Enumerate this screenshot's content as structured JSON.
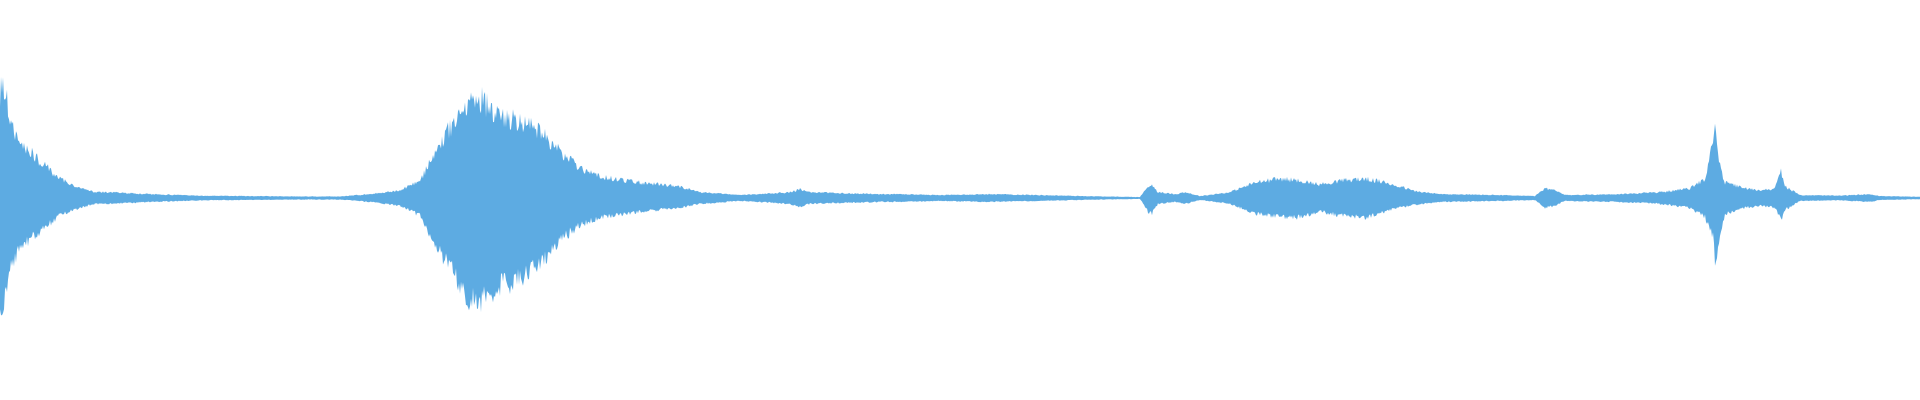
{
  "waveform": {
    "color": "#5dabe2",
    "background": "#ffffff",
    "amplitude_envelope": [
      [
        0,
        0.55,
        0.55
      ],
      [
        4,
        0.58,
        0.58
      ],
      [
        12,
        0.36,
        0.33
      ],
      [
        22,
        0.28,
        0.25
      ],
      [
        40,
        0.19,
        0.17
      ],
      [
        60,
        0.1,
        0.09
      ],
      [
        80,
        0.05,
        0.05
      ],
      [
        95,
        0.03,
        0.03
      ],
      [
        110,
        0.03,
        0.03
      ],
      [
        150,
        0.02,
        0.02
      ],
      [
        200,
        0.012,
        0.012
      ],
      [
        250,
        0.01,
        0.01
      ],
      [
        300,
        0.008,
        0.008
      ],
      [
        340,
        0.008,
        0.008
      ],
      [
        370,
        0.02,
        0.02
      ],
      [
        400,
        0.04,
        0.04
      ],
      [
        420,
        0.09,
        0.09
      ],
      [
        440,
        0.28,
        0.28
      ],
      [
        460,
        0.45,
        0.45
      ],
      [
        470,
        0.5,
        0.52
      ],
      [
        480,
        0.52,
        0.55
      ],
      [
        500,
        0.42,
        0.46
      ],
      [
        520,
        0.4,
        0.42
      ],
      [
        540,
        0.34,
        0.34
      ],
      [
        560,
        0.24,
        0.22
      ],
      [
        580,
        0.16,
        0.14
      ],
      [
        600,
        0.11,
        0.1
      ],
      [
        640,
        0.08,
        0.07
      ],
      [
        680,
        0.06,
        0.05
      ],
      [
        700,
        0.03,
        0.03
      ],
      [
        740,
        0.015,
        0.015
      ],
      [
        760,
        0.02,
        0.02
      ],
      [
        790,
        0.03,
        0.03
      ],
      [
        800,
        0.045,
        0.045
      ],
      [
        810,
        0.03,
        0.03
      ],
      [
        840,
        0.025,
        0.025
      ],
      [
        880,
        0.02,
        0.02
      ],
      [
        900,
        0.02,
        0.02
      ],
      [
        940,
        0.015,
        0.015
      ],
      [
        990,
        0.02,
        0.02
      ],
      [
        1040,
        0.015,
        0.015
      ],
      [
        1100,
        0.008,
        0.008
      ],
      [
        1140,
        0.005,
        0.005
      ],
      [
        1148,
        0.06,
        0.07
      ],
      [
        1152,
        0.07,
        0.08
      ],
      [
        1158,
        0.03,
        0.03
      ],
      [
        1175,
        0.02,
        0.02
      ],
      [
        1185,
        0.03,
        0.03
      ],
      [
        1200,
        0.01,
        0.01
      ],
      [
        1230,
        0.03,
        0.03
      ],
      [
        1255,
        0.08,
        0.08
      ],
      [
        1280,
        0.1,
        0.1
      ],
      [
        1300,
        0.09,
        0.1
      ],
      [
        1320,
        0.07,
        0.07
      ],
      [
        1340,
        0.09,
        0.09
      ],
      [
        1365,
        0.1,
        0.1
      ],
      [
        1385,
        0.08,
        0.07
      ],
      [
        1400,
        0.06,
        0.05
      ],
      [
        1415,
        0.035,
        0.035
      ],
      [
        1440,
        0.02,
        0.02
      ],
      [
        1500,
        0.015,
        0.015
      ],
      [
        1535,
        0.01,
        0.01
      ],
      [
        1545,
        0.05,
        0.05
      ],
      [
        1555,
        0.04,
        0.04
      ],
      [
        1565,
        0.015,
        0.015
      ],
      [
        1620,
        0.02,
        0.02
      ],
      [
        1660,
        0.03,
        0.03
      ],
      [
        1690,
        0.05,
        0.05
      ],
      [
        1705,
        0.1,
        0.1
      ],
      [
        1713,
        0.3,
        0.2
      ],
      [
        1716,
        0.37,
        0.38
      ],
      [
        1719,
        0.18,
        0.24
      ],
      [
        1725,
        0.08,
        0.08
      ],
      [
        1745,
        0.05,
        0.05
      ],
      [
        1760,
        0.04,
        0.04
      ],
      [
        1775,
        0.05,
        0.05
      ],
      [
        1781,
        0.14,
        0.12
      ],
      [
        1785,
        0.06,
        0.06
      ],
      [
        1800,
        0.015,
        0.015
      ],
      [
        1840,
        0.012,
        0.012
      ],
      [
        1870,
        0.02,
        0.02
      ],
      [
        1880,
        0.01,
        0.01
      ],
      [
        1920,
        0.006,
        0.006
      ]
    ]
  }
}
